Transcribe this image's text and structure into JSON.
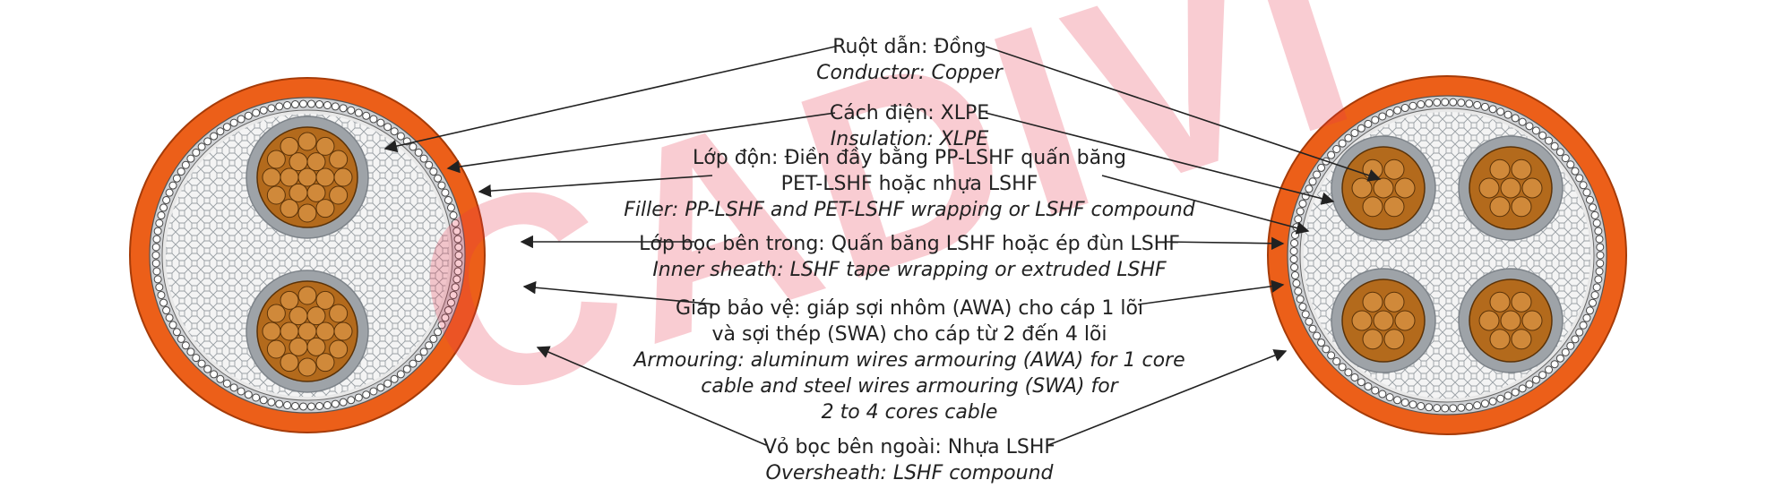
{
  "watermark": "CADIVI",
  "colors": {
    "oversheath": "#ec5f19",
    "armour_ring": "#cfd1d4",
    "filler": "#f4f4f4",
    "insulation": "#9ea3a8",
    "copper": "#b36a1c",
    "copper_light": "#d0893a",
    "watermark": "#e8334a",
    "arrow": "#222222"
  },
  "left_cable": {
    "cores": 2
  },
  "right_cable": {
    "cores": 4
  },
  "labels": [
    {
      "id": "conductor",
      "lines_vi": [
        "Ruột dẫn: Đồng"
      ],
      "lines_en": [
        "Conductor: Copper"
      ]
    },
    {
      "id": "insulation",
      "lines_vi": [
        "Cách điện: XLPE"
      ],
      "lines_en": [
        "Insulation: XLPE"
      ]
    },
    {
      "id": "filler",
      "lines_vi": [
        "Lớp độn: Điền đầy bằng PP-LSHF quấn băng",
        "PET-LSHF hoặc nhựa LSHF"
      ],
      "lines_en": [
        "Filler: PP-LSHF and PET-LSHF wrapping or LSHF compound"
      ]
    },
    {
      "id": "inner-sheath",
      "lines_vi": [
        "Lớp bọc bên trong: Quấn băng LSHF hoặc ép đùn LSHF"
      ],
      "lines_en": [
        "Inner sheath: LSHF tape wrapping or extruded LSHF"
      ]
    },
    {
      "id": "armouring",
      "lines_vi": [
        "Giáp bảo vệ: giáp sợi nhôm (AWA) cho cáp 1 lõi",
        "và sợi thép (SWA) cho cáp từ 2 đến 4 lõi"
      ],
      "lines_en": [
        "Armouring: aluminum wires armouring (AWA) for 1 core",
        "cable and steel wires armouring (SWA) for",
        "2 to 4 cores cable"
      ]
    },
    {
      "id": "oversheath",
      "lines_vi": [
        "Vỏ bọc bên ngoài: Nhựa LSHF"
      ],
      "lines_en": [
        "Oversheath: LSHF compound"
      ]
    }
  ]
}
